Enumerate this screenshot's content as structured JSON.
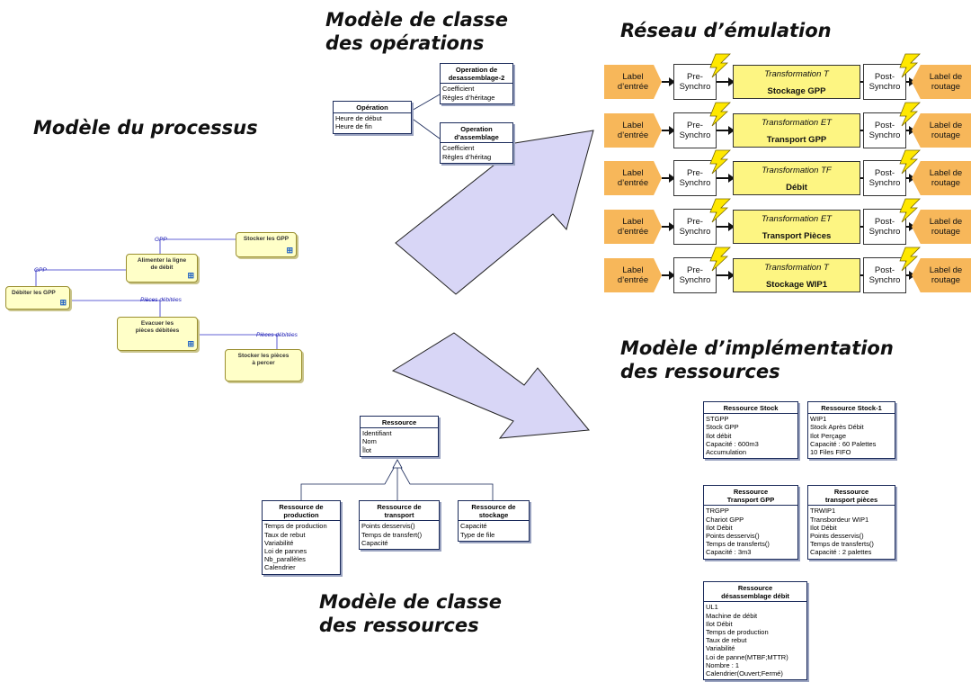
{
  "headings": {
    "process_model": "Modèle du processus",
    "operations_model_line1": "Modèle de classe",
    "operations_model_line2": "des opérations",
    "emulation_network": "Réseau d’émulation",
    "impl_model_line1": "Modèle d’implémentation",
    "impl_model_line2": "des ressources",
    "resource_class_line1": "Modèle de classe",
    "resource_class_line2": "des ressources"
  },
  "operations": {
    "operation": {
      "title": "Opération",
      "attrs": [
        "Heure de début",
        "Heure de fin"
      ]
    },
    "disassembly": {
      "title_l1": "Operation de",
      "title_l2": "desassemblage-2",
      "attrs": [
        "Coefficient",
        "Règles d’héritage"
      ]
    },
    "assembly": {
      "title_l1": "Operation",
      "title_l2": "d’assemblage",
      "attrs": [
        "Coefficient",
        "Règles d’héritag"
      ]
    }
  },
  "process": {
    "nodes": {
      "stocker_gpp": "Stocker les GPP",
      "alimenter_l1": "Alimenter la ligne",
      "alimenter_l2": "de débit",
      "debiter": "Débiter les GPP",
      "evacuer_l1": "Evacuer les",
      "evacuer_l2": "pièces débitées",
      "stocker_pieces_l1": "Stocker les pièces",
      "stocker_pieces_l2": "à percer"
    },
    "flows": {
      "gpp_1": "GPP",
      "gpp_2": "GPP",
      "pieces_1": "Pièces débitées",
      "pieces_2": "Pièces débitées"
    }
  },
  "network": {
    "rows": [
      {
        "in_l1": "Label",
        "in_l2": "d’entrée",
        "pre_l1": "Pre-",
        "pre_l2": "Synchro",
        "type": "Transformation T",
        "name": "Stockage GPP",
        "post_l1": "Post-",
        "post_l2": "Synchro",
        "out_l1": "Label de",
        "out_l2": "routage"
      },
      {
        "in_l1": "Label",
        "in_l2": "d’entrée",
        "pre_l1": "Pre-",
        "pre_l2": "Synchro",
        "type": "Transformation ET",
        "name": "Transport GPP",
        "post_l1": "Post-",
        "post_l2": "Synchro",
        "out_l1": "Label de",
        "out_l2": "routage"
      },
      {
        "in_l1": "Label",
        "in_l2": "d’entrée",
        "pre_l1": "Pre-",
        "pre_l2": "Synchro",
        "type": "Transformation TF",
        "name": "Débit",
        "post_l1": "Post-",
        "post_l2": "Synchro",
        "out_l1": "Label de",
        "out_l2": "routage"
      },
      {
        "in_l1": "Label",
        "in_l2": "d’entrée",
        "pre_l1": "Pre-",
        "pre_l2": "Synchro",
        "type": "Transformation ET",
        "name": "Transport Pièces",
        "post_l1": "Post-",
        "post_l2": "Synchro",
        "out_l1": "Label de",
        "out_l2": "routage"
      },
      {
        "in_l1": "Label",
        "in_l2": "d’entrée",
        "pre_l1": "Pre-",
        "pre_l2": "Synchro",
        "type": "Transformation T",
        "name": "Stockage WIP1",
        "post_l1": "Post-",
        "post_l2": "Synchro",
        "out_l1": "Label de",
        "out_l2": "routage"
      }
    ]
  },
  "resource_classes": {
    "ressource": {
      "title": "Ressource",
      "attrs": [
        "Identifiant",
        "Nom",
        "Îlot"
      ]
    },
    "production": {
      "title_l1": "Ressource de",
      "title_l2": "production",
      "attrs": [
        "Temps de production",
        "Taux de rebut",
        "Variabilité",
        "Loi de pannes",
        "Nb_parallèles",
        "Calendrier"
      ]
    },
    "transport": {
      "title_l1": "Ressource de",
      "title_l2": "transport",
      "attrs": [
        "Points desservis()",
        "Temps de transfert()",
        "Capacité"
      ]
    },
    "stockage": {
      "title_l1": "Ressource de",
      "title_l2": "stockage",
      "attrs": [
        "Capacité",
        "Type de file"
      ]
    }
  },
  "resource_impl": {
    "stock": {
      "title": "Ressource Stock",
      "attrs": [
        "STGPP",
        "Stock GPP",
        "Ilot débit",
        "Capacité : 600m3",
        "Accumulation"
      ]
    },
    "stock1": {
      "title": "Ressource Stock-1",
      "attrs": [
        "WIP1",
        "Stock Après Débit",
        "Ilot Perçage",
        "Capacité : 60 Palettes",
        "10 Files FIFO"
      ]
    },
    "transport_gpp": {
      "title_l1": "Ressource",
      "title_l2": "Transport GPP",
      "attrs": [
        "TRGPP",
        "Chariot GPP",
        "Ilot Débit",
        "Points desservis()",
        "Temps de transferts()",
        "Capacité : 3m3"
      ]
    },
    "transport_pieces": {
      "title_l1": "Ressource",
      "title_l2": "transport pièces",
      "attrs": [
        "TRWIP1",
        "Transbordeur WIP1",
        "Ilot Débit",
        "Points desservis()",
        "Temps de transferts()",
        "Capacité : 2 palettes"
      ]
    },
    "desassemblage": {
      "title_l1": "Ressource",
      "title_l2": "désassemblage débit",
      "attrs": [
        "UL1",
        "Machine de débit",
        "Ilot Débit",
        "Temps de production",
        "Taux de rebut",
        "Variabilité",
        "Loi de panne(MTBF;MTTR)",
        "Nombre : 1",
        "Calendrier(Ouvert;Fermé)"
      ]
    }
  },
  "colors": {
    "big_arrow": "#d8d6f6",
    "label": "#f7b75a",
    "transformation": "#fdf582",
    "bolt": "#ffe800"
  }
}
